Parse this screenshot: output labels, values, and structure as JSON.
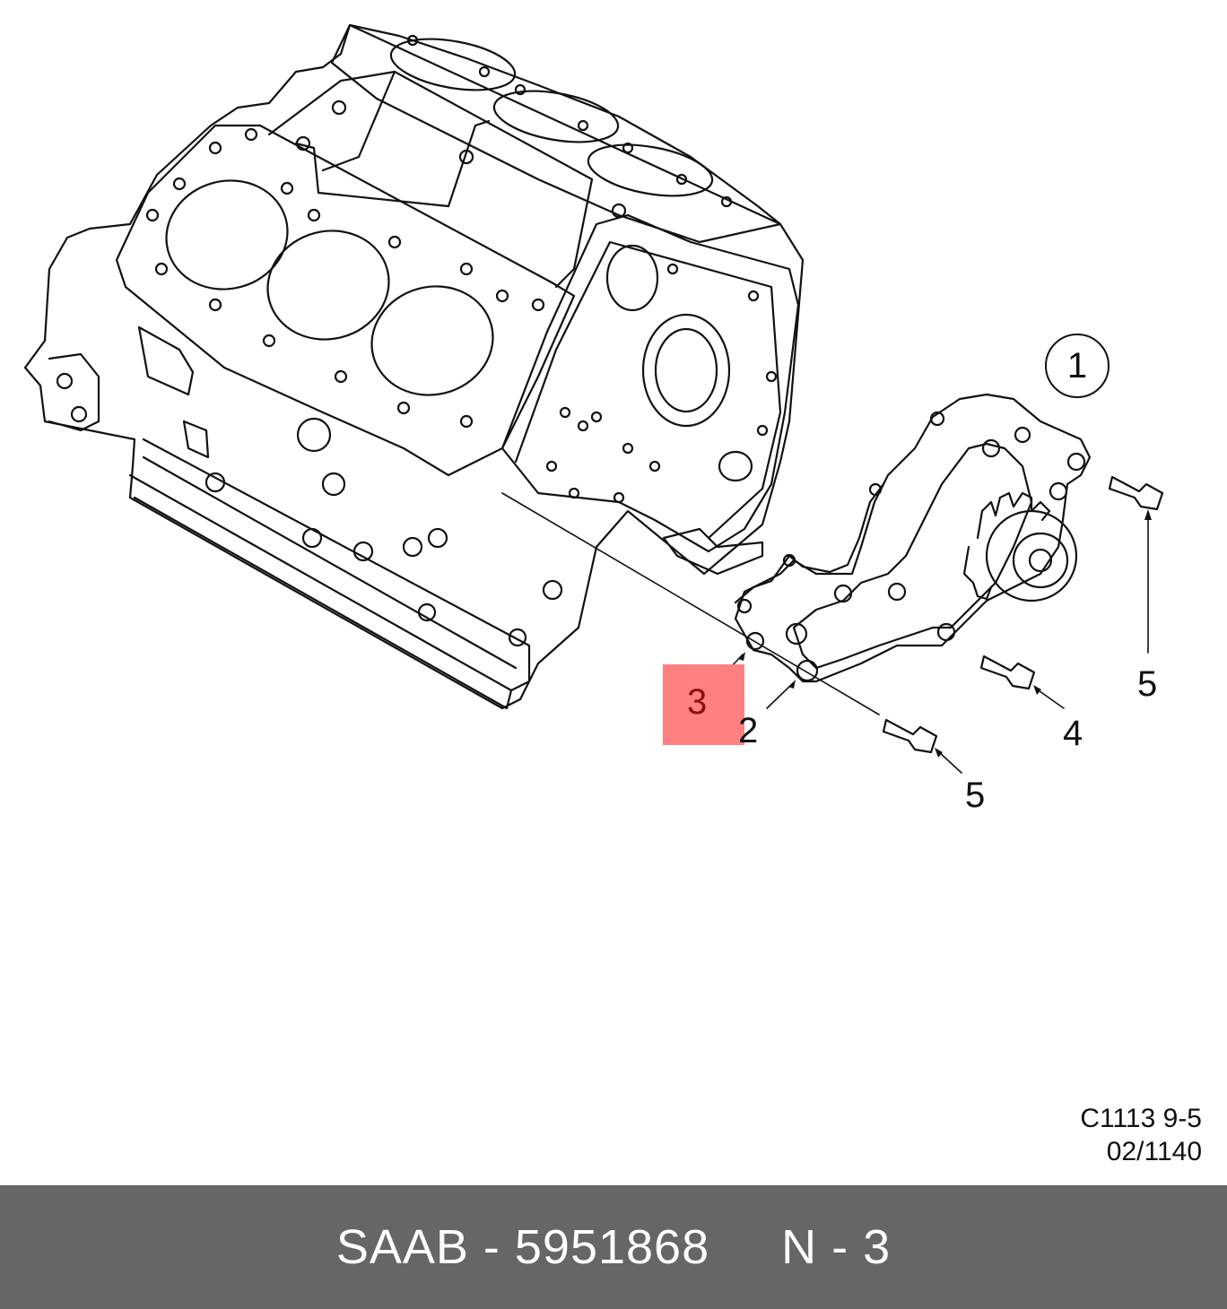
{
  "callouts": {
    "assembly": "1",
    "gasket": "2",
    "highlighted": "3",
    "bolt_4": "4",
    "bolt_5_right": "5",
    "bolt_5_lower": "5"
  },
  "reference": {
    "line1": "C1113 9-5",
    "line2": "02/1140"
  },
  "footer": {
    "text": "SAAB - 5951868     N - 3"
  },
  "colors": {
    "highlight": "#ff8080",
    "footer_bg": "#666666",
    "line": "#111111"
  }
}
